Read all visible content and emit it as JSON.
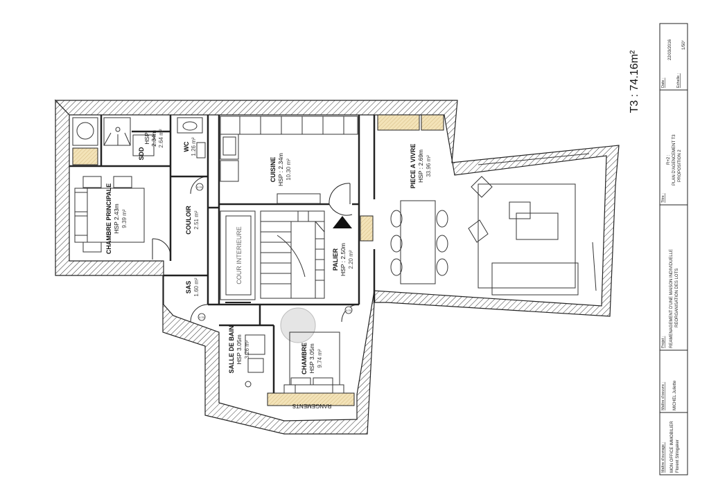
{
  "plan": {
    "area_title": "T3 : 74.16m²",
    "rooms": {
      "chambre_principale": {
        "name": "CHAMBRE PRINCIPALE",
        "hsp": "HSP 2.43m",
        "area": "9.39 m²"
      },
      "sdd": {
        "name": "SDD",
        "hsp": "HSP",
        "hsp2": "2.34m",
        "area": "2.64 m²"
      },
      "wc": {
        "name": "WC",
        "area": "1.26 m²"
      },
      "couloir": {
        "name": "COULOIR",
        "area": "2.51 m²"
      },
      "cuisine": {
        "name": "CUISINE",
        "hsp": "HSP : 2.34m",
        "area": "10.30 m²"
      },
      "piece_a_vivre": {
        "name": "PIECE A VIVRE",
        "hsp": "HSP : 2.69m",
        "area": "33.96 m²"
      },
      "cour_interieure": {
        "name": "COUR INTERIEURE"
      },
      "palier": {
        "name": "PALIER",
        "hsp": "HSP : 2.50m",
        "area": "2.20 m²"
      },
      "sas": {
        "name": "SAS",
        "area": "1.60 m²"
      },
      "salle_de_bain": {
        "name": "SALLE DE BAIN",
        "hsp": "HSP 3.05m",
        "area": "3.26 m²"
      },
      "chambre": {
        "name": "CHAMBRE",
        "hsp": "HSP 3.05m",
        "area": "9.74 m²"
      },
      "rangements": {
        "name": "RANGEMENTS"
      }
    },
    "door_tags": [
      "0.70",
      "0.70",
      "0.70"
    ]
  },
  "title_block": {
    "maitre_ouvrage_label": "Maître d'ouvrage :",
    "maitre_ouvrage_line1": "MON OFFICE IMMOBILIER",
    "maitre_ouvrage_line2": "Florent Stringaker",
    "maitre_oeuvre_label": "Maître d'oeuvre :",
    "maitre_oeuvre_value": "MICHEL Juliette",
    "projet_label": "Projet :",
    "projet_line1": "REAMENAGEMENT D'UNE MAISON INDIVIDUELLE",
    "projet_line2": "REORGANISATION DES LOTS",
    "titre_label": "Titre :",
    "titre_line1": "R+2 :",
    "titre_line2": "PLAN D'AGENCEMENT T3",
    "titre_line3": "PROPOSITION 2",
    "date_label": "Date :",
    "date_value": "22/03/2016",
    "echelle_label": "Echelle :",
    "echelle_value": "1/50°"
  }
}
